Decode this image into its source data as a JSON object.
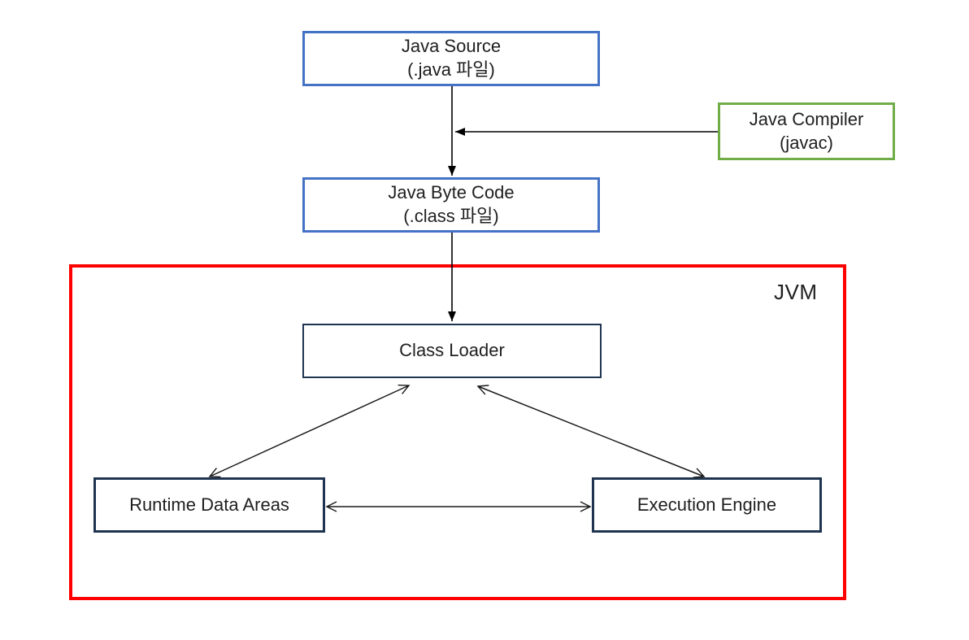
{
  "diagram": {
    "type": "flowchart",
    "nodes": {
      "java_source": {
        "line1": "Java Source",
        "line2": "(.java 파일)",
        "border_color": "#4472C4"
      },
      "java_compiler": {
        "line1": "Java Compiler",
        "line2": "(javac)",
        "border_color": "#70AD47"
      },
      "java_byte_code": {
        "line1": "Java Byte Code",
        "line2": "(.class 파일)",
        "border_color": "#4472C4"
      },
      "class_loader": {
        "label": "Class Loader",
        "border_color": "#1F3450"
      },
      "runtime_data_areas": {
        "label": "Runtime Data Areas",
        "border_color": "#1F3450"
      },
      "execution_engine": {
        "label": "Execution Engine",
        "border_color": "#1F3450"
      },
      "jvm": {
        "label": "JVM",
        "border_color": "#FF0000"
      }
    },
    "edges": [
      {
        "from": "java_source",
        "to": "java_byte_code",
        "arrow": "single-solid",
        "direction": "down"
      },
      {
        "from": "java_compiler",
        "to": "source-to-bytecode-flow",
        "arrow": "single-solid",
        "direction": "left"
      },
      {
        "from": "java_byte_code",
        "to": "class_loader",
        "arrow": "single-solid",
        "direction": "down"
      },
      {
        "from": "class_loader",
        "to": "runtime_data_areas",
        "arrow": "double-open"
      },
      {
        "from": "class_loader",
        "to": "execution_engine",
        "arrow": "double-open"
      },
      {
        "from": "runtime_data_areas",
        "to": "execution_engine",
        "arrow": "double-open"
      }
    ],
    "line_color": "#000000",
    "text_color": "#1F1F1F"
  }
}
